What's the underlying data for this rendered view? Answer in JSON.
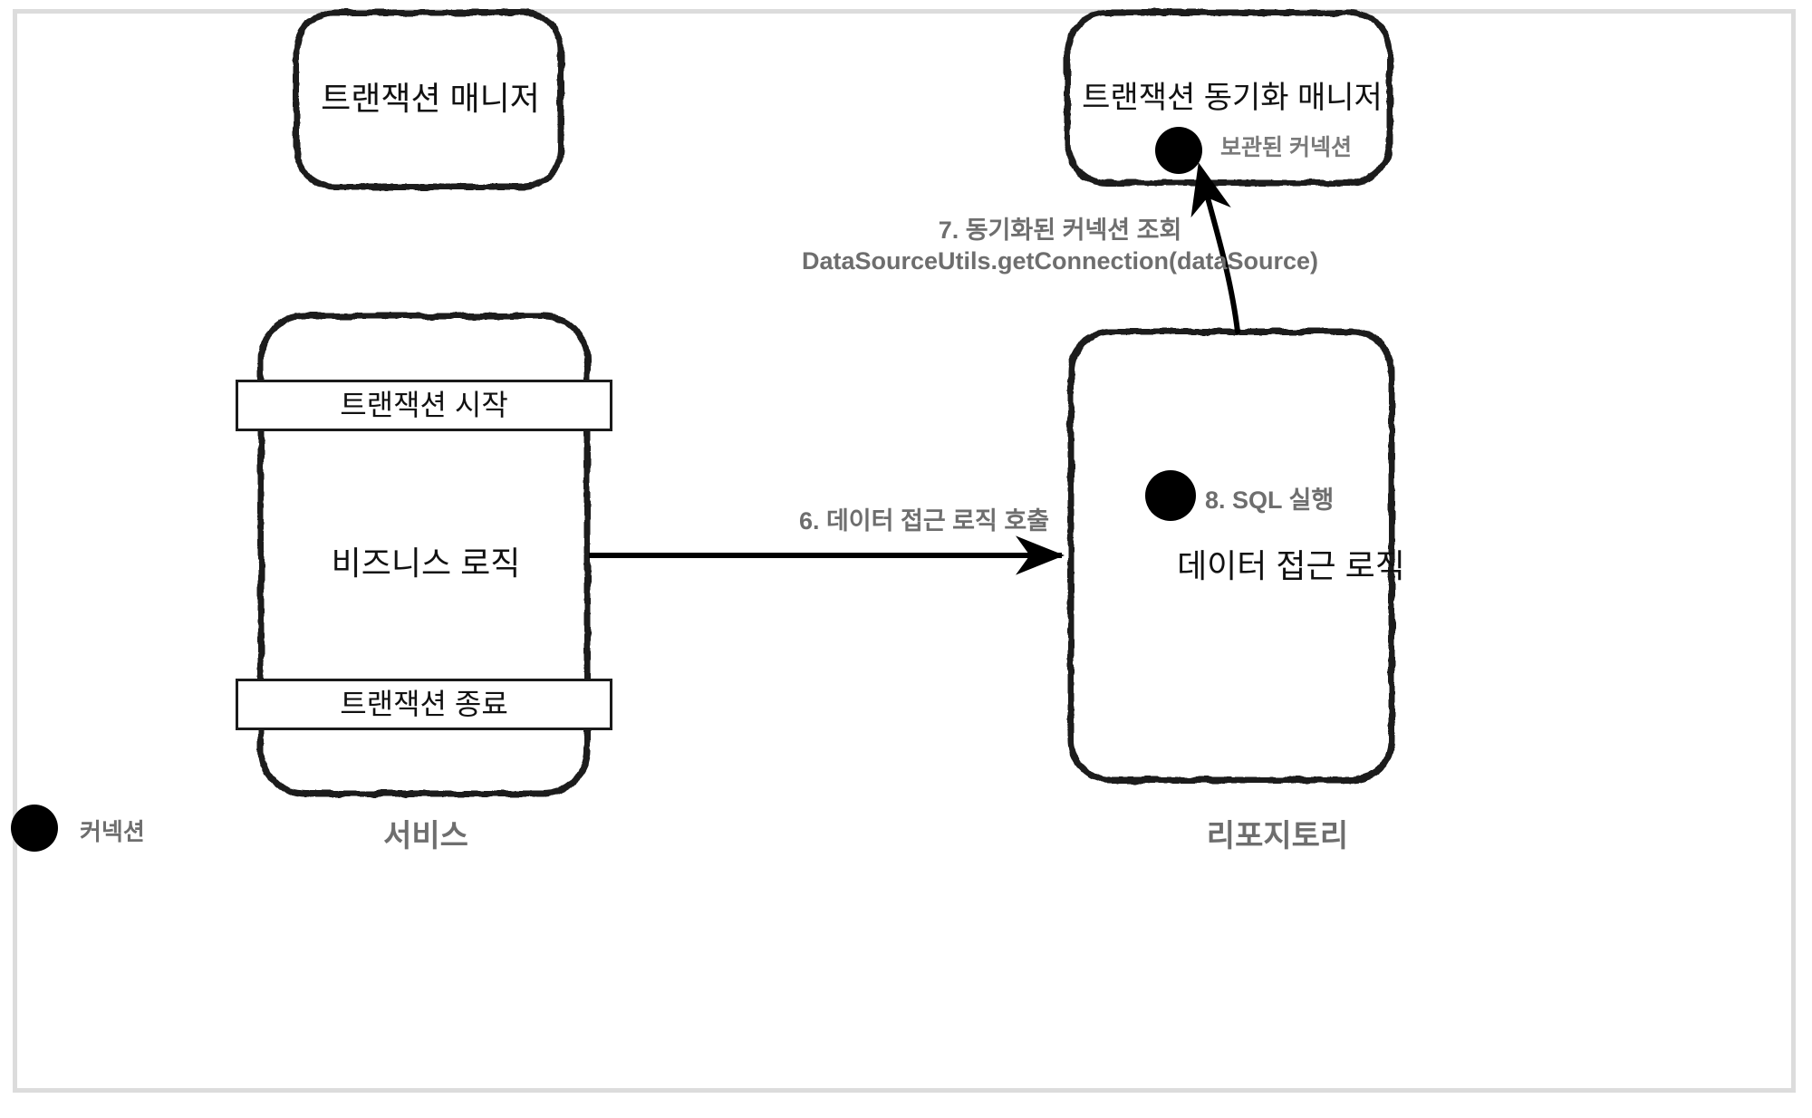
{
  "diagram": {
    "title": "Spring transaction connection synchronization diagram",
    "style": "hand-drawn",
    "colors": {
      "stroke": "#111111",
      "frame": "#dcdcdc",
      "label_gray": "#6e6e6e",
      "dot": "#000000",
      "background": "#ffffff"
    }
  },
  "nodes": {
    "transaction_manager": {
      "label": "트랜잭션 매니저"
    },
    "transaction_sync_manager": {
      "label": "트랜잭션 동기화 매니저",
      "stored_connection_label": "보관된 커넥션",
      "connection_dot": "connection-dot"
    },
    "service": {
      "group_label": "서비스",
      "tx_begin_label": "트랜잭션 시작",
      "business_logic_label": "비즈니스 로직",
      "tx_end_label": "트랜잭션 종료"
    },
    "repository": {
      "group_label": "리포지토리",
      "data_access_label": "데이터 접근 로직",
      "sql_step_label": "8. SQL 실행",
      "connection_dot": "connection-dot"
    }
  },
  "edges": [
    {
      "id": "edge-6",
      "from": "service",
      "to": "repository",
      "label": "6. 데이터 접근 로직 호출",
      "shape": "straight-arrow"
    },
    {
      "id": "edge-7",
      "from": "repository",
      "to": "transaction_sync_manager",
      "label_line1": "7. 동기화된 커넥션 조회",
      "label_line2": "DataSourceUtils.getConnection(dataSource)",
      "shape": "curved-arrow"
    }
  ],
  "legend": {
    "connection_label": "커넥션",
    "connection_dot": "connection-dot"
  }
}
